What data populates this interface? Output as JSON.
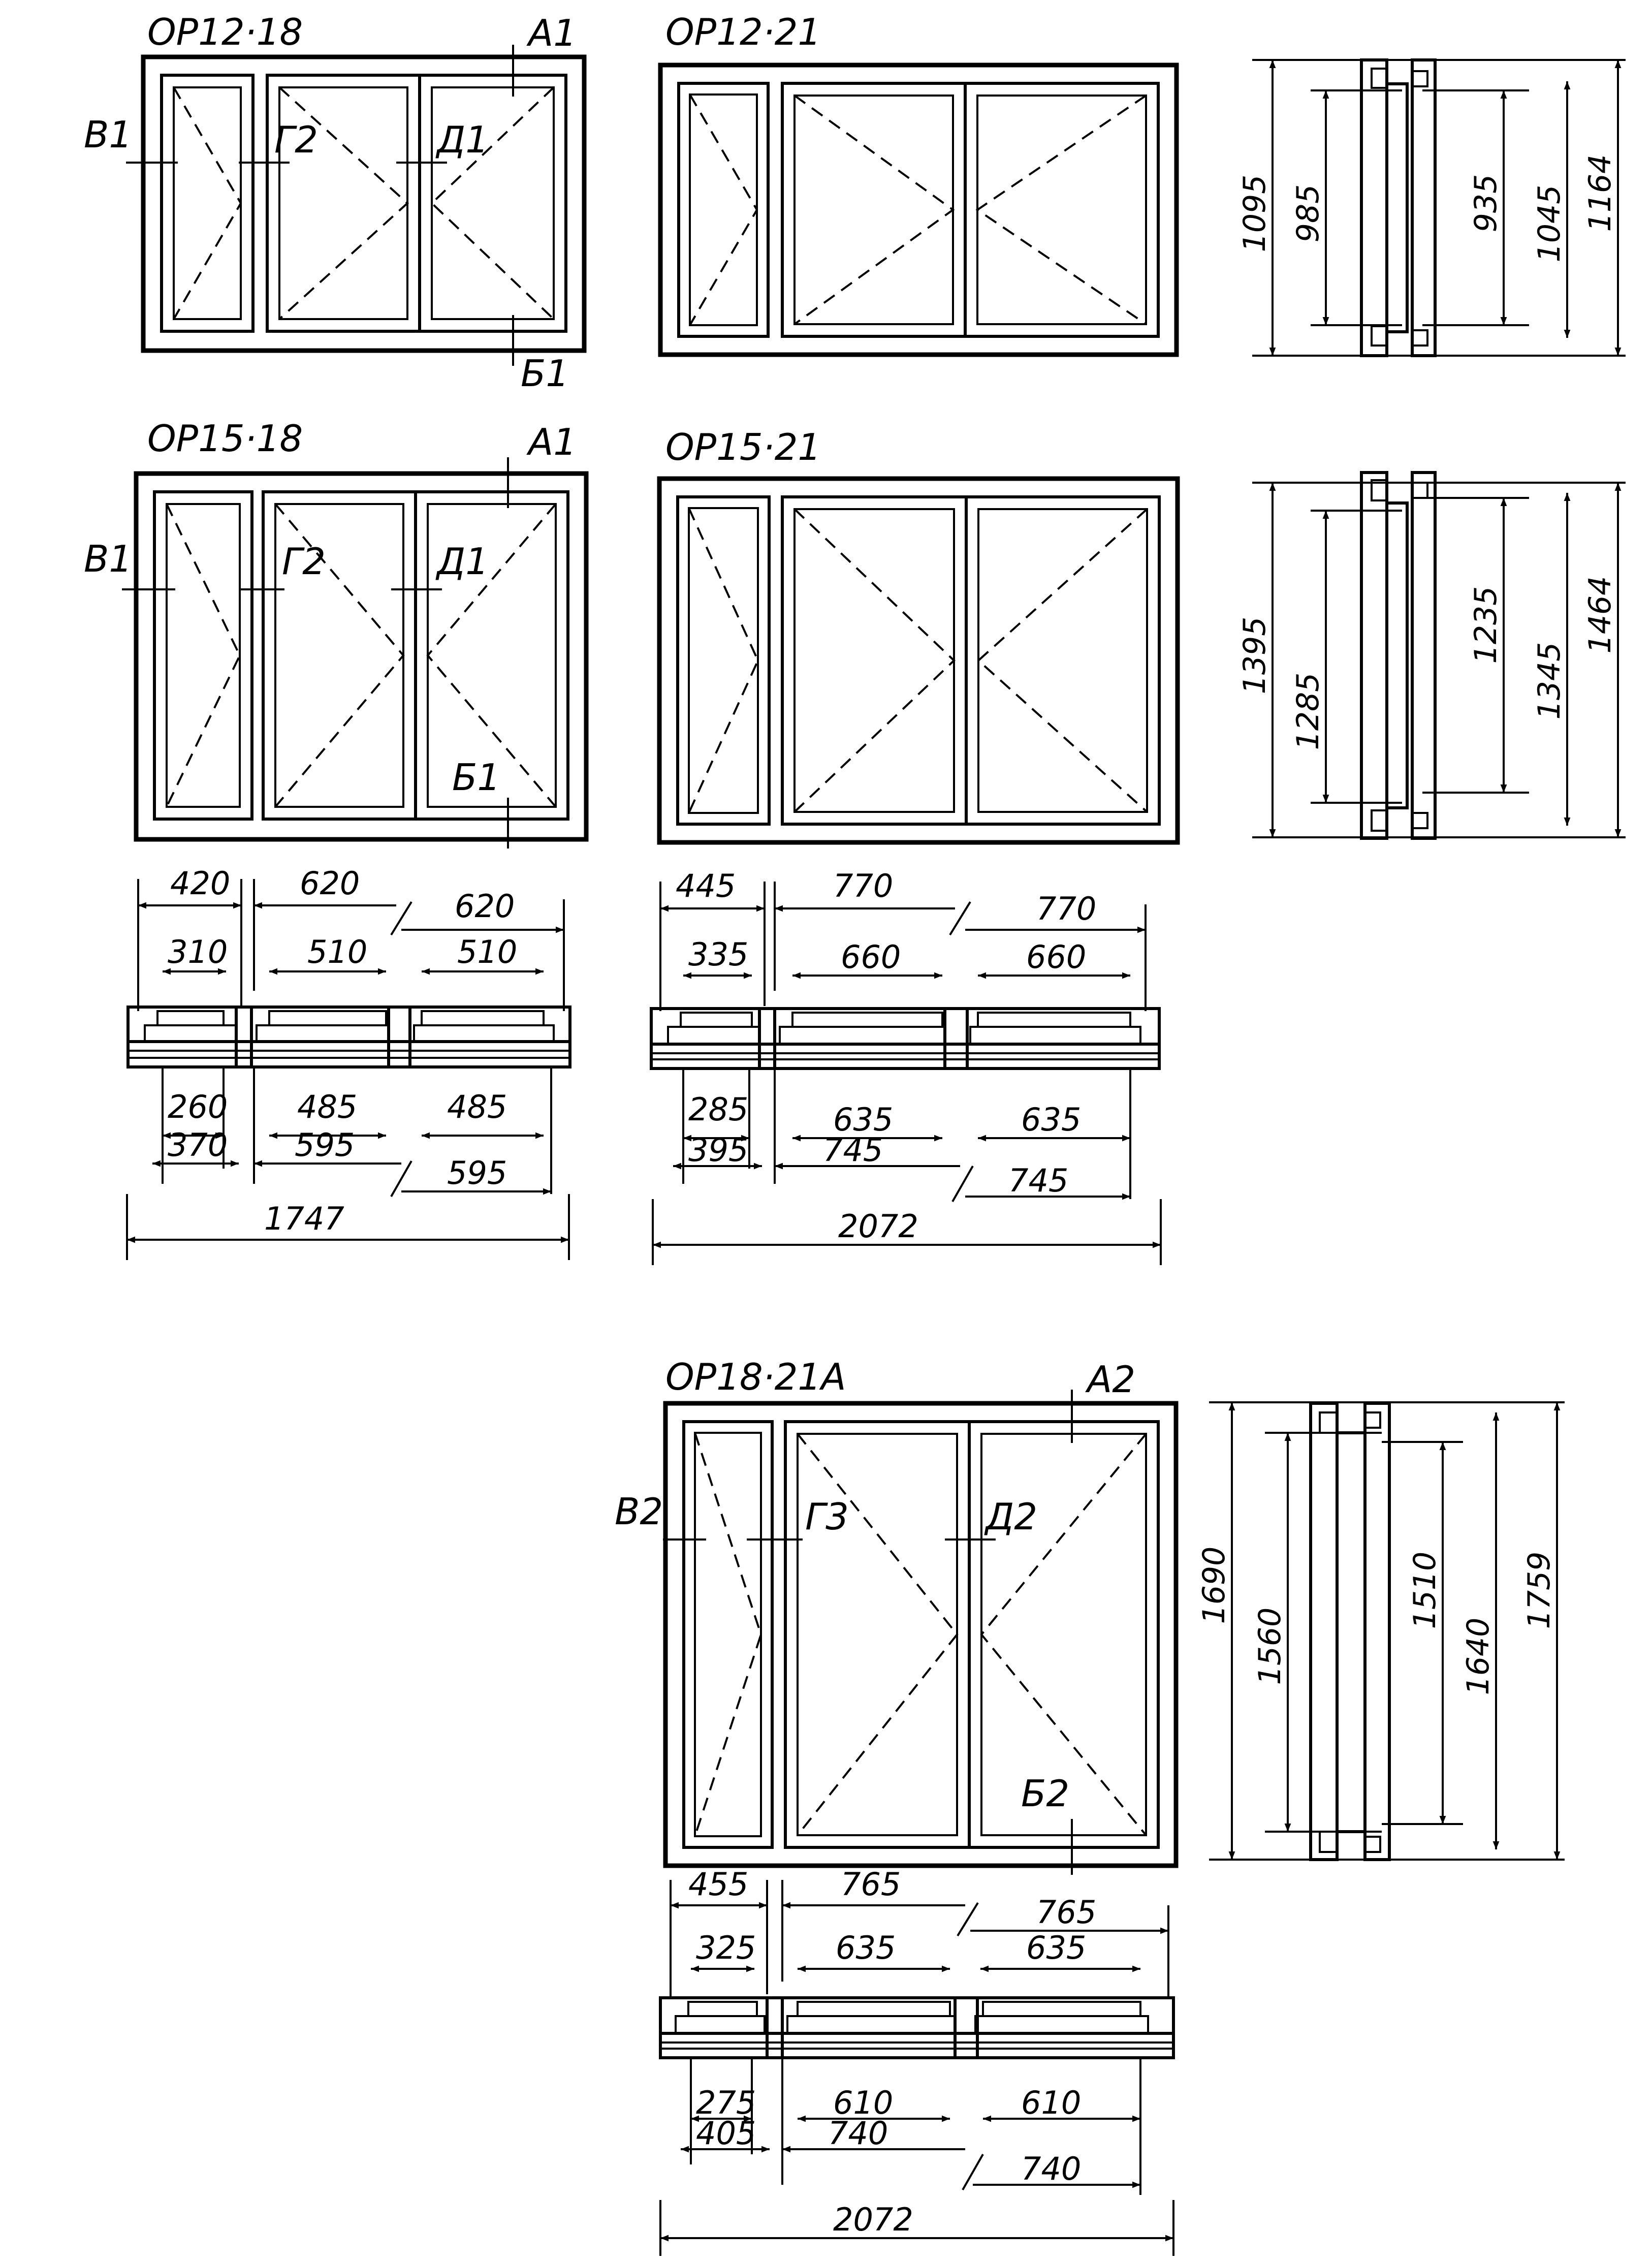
{
  "windows": {
    "op12_18": {
      "title": "ОР12·18",
      "a": "А1",
      "b": "Б1",
      "v": "В1",
      "g": "Г2",
      "d": "Д1"
    },
    "op12_21": {
      "title": "ОР12·21"
    },
    "op15_18": {
      "title": "ОР15·18",
      "a": "А1",
      "b": "Б1",
      "v": "В1",
      "g": "Г2",
      "d": "Д1"
    },
    "op15_21": {
      "title": "ОР15·21"
    },
    "op18_21a": {
      "title": "ОР18·21А",
      "a": "А2",
      "b": "Б2",
      "v": "В2",
      "g": "Г3",
      "d": "Д2"
    }
  },
  "sections": {
    "s1": {
      "d1": "1095",
      "d2": "985",
      "d3": "935",
      "d4": "1045",
      "d5": "1164"
    },
    "s2": {
      "d1": "1395",
      "d2": "1285",
      "d3": "1235",
      "d4": "1345",
      "d5": "1464"
    },
    "s3": {
      "d1": "1690",
      "d2": "1560",
      "d3": "1510",
      "d4": "1640",
      "d5": "1759"
    }
  },
  "plans": {
    "p1": {
      "t1": "420",
      "t2": "620",
      "t3": "620",
      "t4": "310",
      "t5": "510",
      "t6": "510",
      "b1": "260",
      "b2": "485",
      "b3": "485",
      "b4": "370",
      "b5": "595",
      "b6": "595",
      "total": "1747"
    },
    "p2": {
      "t1": "445",
      "t2": "770",
      "t3": "770",
      "t4": "335",
      "t5": "660",
      "t6": "660",
      "b1": "285",
      "b2": "635",
      "b3": "635",
      "b4": "395",
      "b5": "745",
      "b6": "745",
      "total": "2072"
    },
    "p3": {
      "t1": "455",
      "t2": "765",
      "t3": "765",
      "t4": "325",
      "t5": "635",
      "t6": "635",
      "b1": "275",
      "b2": "610",
      "b3": "610",
      "b4": "405",
      "b5": "740",
      "b6": "740",
      "total": "2072"
    }
  }
}
